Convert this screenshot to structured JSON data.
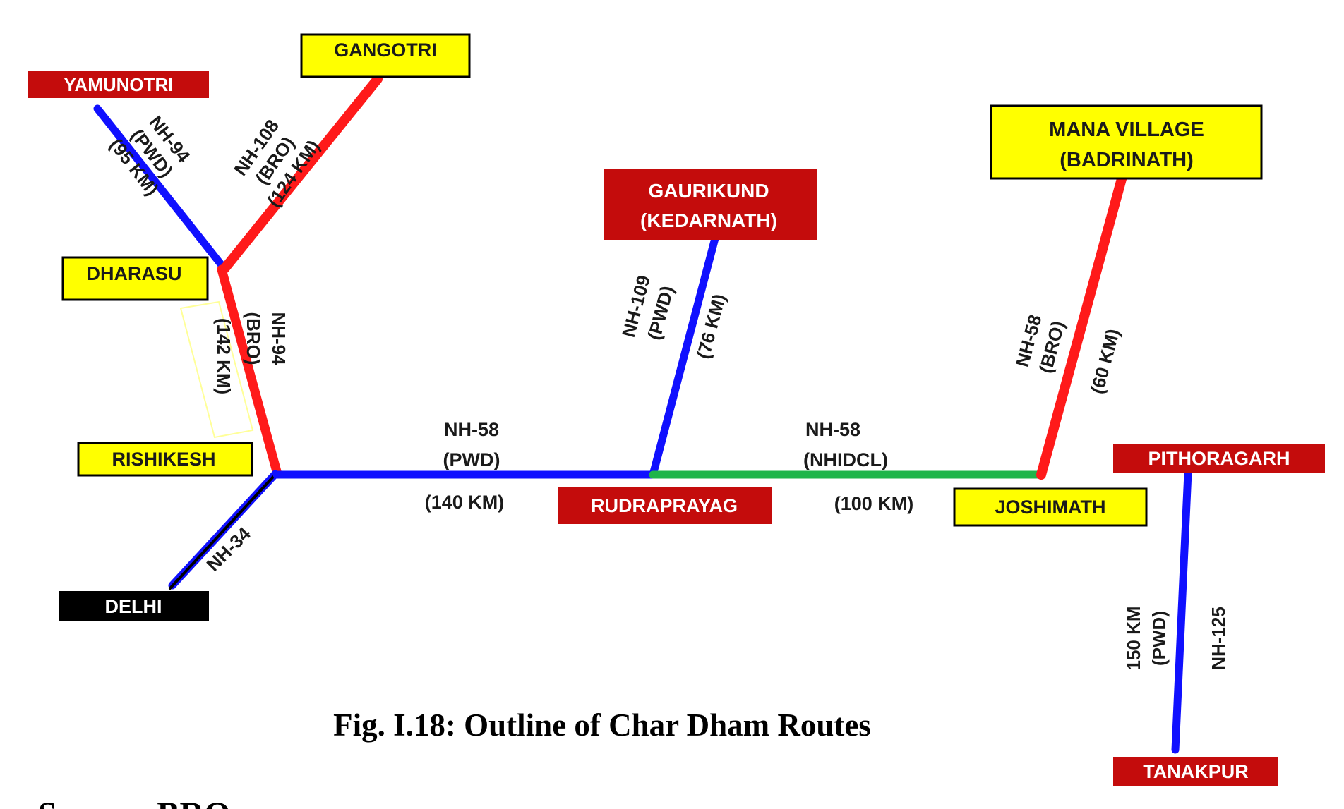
{
  "colors": {
    "red_route": "#ff1a1a",
    "blue_route": "#1010ff",
    "green_route": "#1fb54a",
    "black_route": "#000000",
    "yellow_box": "#ffff00",
    "red_box": "#c40c0c",
    "black_box": "#000000"
  },
  "nodes": {
    "yamunotri": "YAMUNOTRI",
    "gangotri": "GANGOTRI",
    "dharasu": "DHARASU",
    "rishikesh": "RISHIKESH",
    "delhi": "DELHI",
    "gaurikund_1": "GAURIKUND",
    "gaurikund_2": "(KEDARNATH)",
    "mana_1": "MANA VILLAGE",
    "mana_2": "(BADRINATH)",
    "rudraprayag": "RUDRAPRAYAG",
    "joshimath": "JOSHIMATH",
    "pithoragarh": "PITHORAGARH",
    "tanakpur": "TANAKPUR"
  },
  "routes": {
    "yamunotri_nh": "NH-94",
    "yamunotri_agency": "(PWD)",
    "yamunotri_km": "(95 KM)",
    "gangotri_nh": "NH-108",
    "gangotri_agency": "(BRO)",
    "gangotri_km": "(124 KM)",
    "dharasu_nh": "NH-94",
    "dharasu_agency": "(BRO)",
    "dharasu_km": "(142 KM)",
    "delhi_nh": "NH-34",
    "rudra_nh": "NH-58",
    "rudra_agency": "(PWD)",
    "rudra_km": "(140 KM)",
    "kedar_nh": "NH-109",
    "kedar_agency": "(PWD)",
    "kedar_km": "(76 KM)",
    "joshi_nh": "NH-58",
    "joshi_agency": "(NHIDCL)",
    "joshi_km": "(100 KM)",
    "mana_nh": "NH-58",
    "mana_agency": "(BRO)",
    "mana_km": "(60 KM)",
    "tanak_km": "150 KM",
    "tanak_agency": "(PWD)",
    "tanak_nh": "NH-125"
  },
  "caption": "Fig. I.18: Outline of Char Dham Routes",
  "source_partial": "Source: BRO"
}
